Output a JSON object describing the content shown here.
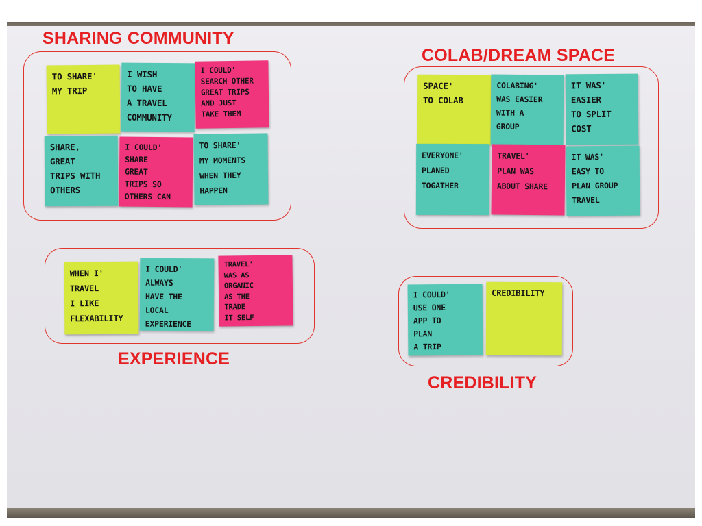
{
  "colors": {
    "sticky_yellow": "#d6e83c",
    "sticky_teal": "#54c8b4",
    "sticky_pink": "#f0357d",
    "label_red": "#e51f22"
  },
  "groups": {
    "sharing_community": {
      "title": "SHARING COMMUNITY",
      "notes": [
        {
          "text": "To share'\nmy trip",
          "color": "yellow"
        },
        {
          "text": "I wish\nto have\na travel\ncommunity",
          "color": "teal"
        },
        {
          "text": "I could'\nsearch other\ngreat trips\nand just\ntake them",
          "color": "pink"
        },
        {
          "text": "Share,\ngreat\ntrips with\nothers",
          "color": "teal"
        },
        {
          "text": "I could'\nshare\ngreat\ntrips so\nothers can",
          "color": "pink"
        },
        {
          "text": "To share'\nmy moments\nwhen they\nhappen",
          "color": "teal"
        }
      ]
    },
    "colab_dream_space": {
      "title": "COLAB/DREAM SPACE",
      "notes": [
        {
          "text": "Space'\nto colab",
          "color": "yellow"
        },
        {
          "text": "Colabing'\nwas easier\nwith a\ngroup",
          "color": "teal"
        },
        {
          "text": "It was'\neasier\nto split\ncost",
          "color": "teal"
        },
        {
          "text": "Everyone'\nplaned\ntogather",
          "color": "teal"
        },
        {
          "text": "Travel'\nplan was\nabout share",
          "color": "pink"
        },
        {
          "text": "It was'\neasy to\nplan group\ntravel",
          "color": "teal"
        }
      ]
    },
    "experience": {
      "title": "EXPERIENCE",
      "notes": [
        {
          "text": "When I'\ntravel\nI like\nflexability",
          "color": "yellow"
        },
        {
          "text": "I could'\nalways\nhave the\nlocal\nexperience",
          "color": "teal"
        },
        {
          "text": "Travel'\nwas as\norganic\nas the\ntrade\nit self",
          "color": "pink"
        }
      ]
    },
    "credibility": {
      "title": "CREDIBILITY",
      "notes": [
        {
          "text": "I could'\nuse one\napp to\nplan\na trip",
          "color": "teal"
        },
        {
          "text": "Credibility",
          "color": "yellow"
        }
      ]
    }
  }
}
